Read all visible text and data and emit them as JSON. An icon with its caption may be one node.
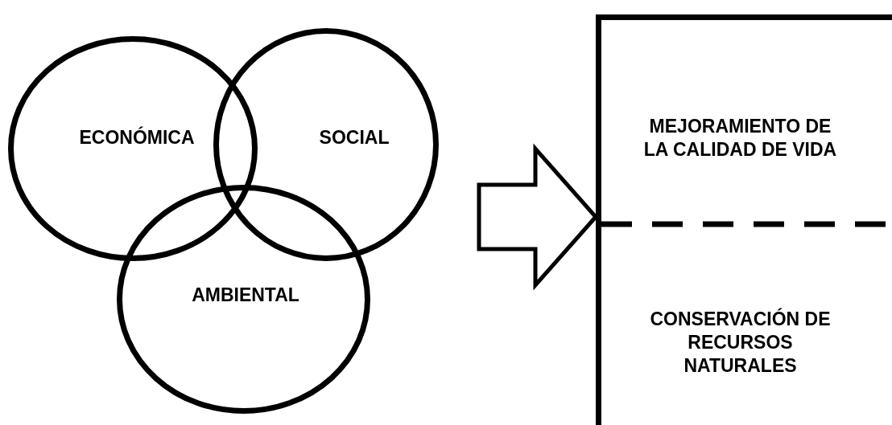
{
  "diagram": {
    "nodes": [
      {
        "text": [
          "ECONÓMICA"
        ]
      },
      {
        "text": [
          "SOCIAL"
        ]
      },
      {
        "text": [
          "AMBIENTAL"
        ]
      },
      {
        "text": [],
        "shape": "box"
      },
      {
        "text": [
          "MEJORAMIENTO DE LA CALIDAD DE VIDA"
        ],
        "in": 3
      },
      {
        "text": [
          "CONSERVACIÓN DE RECURSOS NATURALES"
        ],
        "in": 3
      }
    ],
    "edges": [
      {
        "from": null,
        "to": 3,
        "arrow": "to"
      }
    ]
  }
}
